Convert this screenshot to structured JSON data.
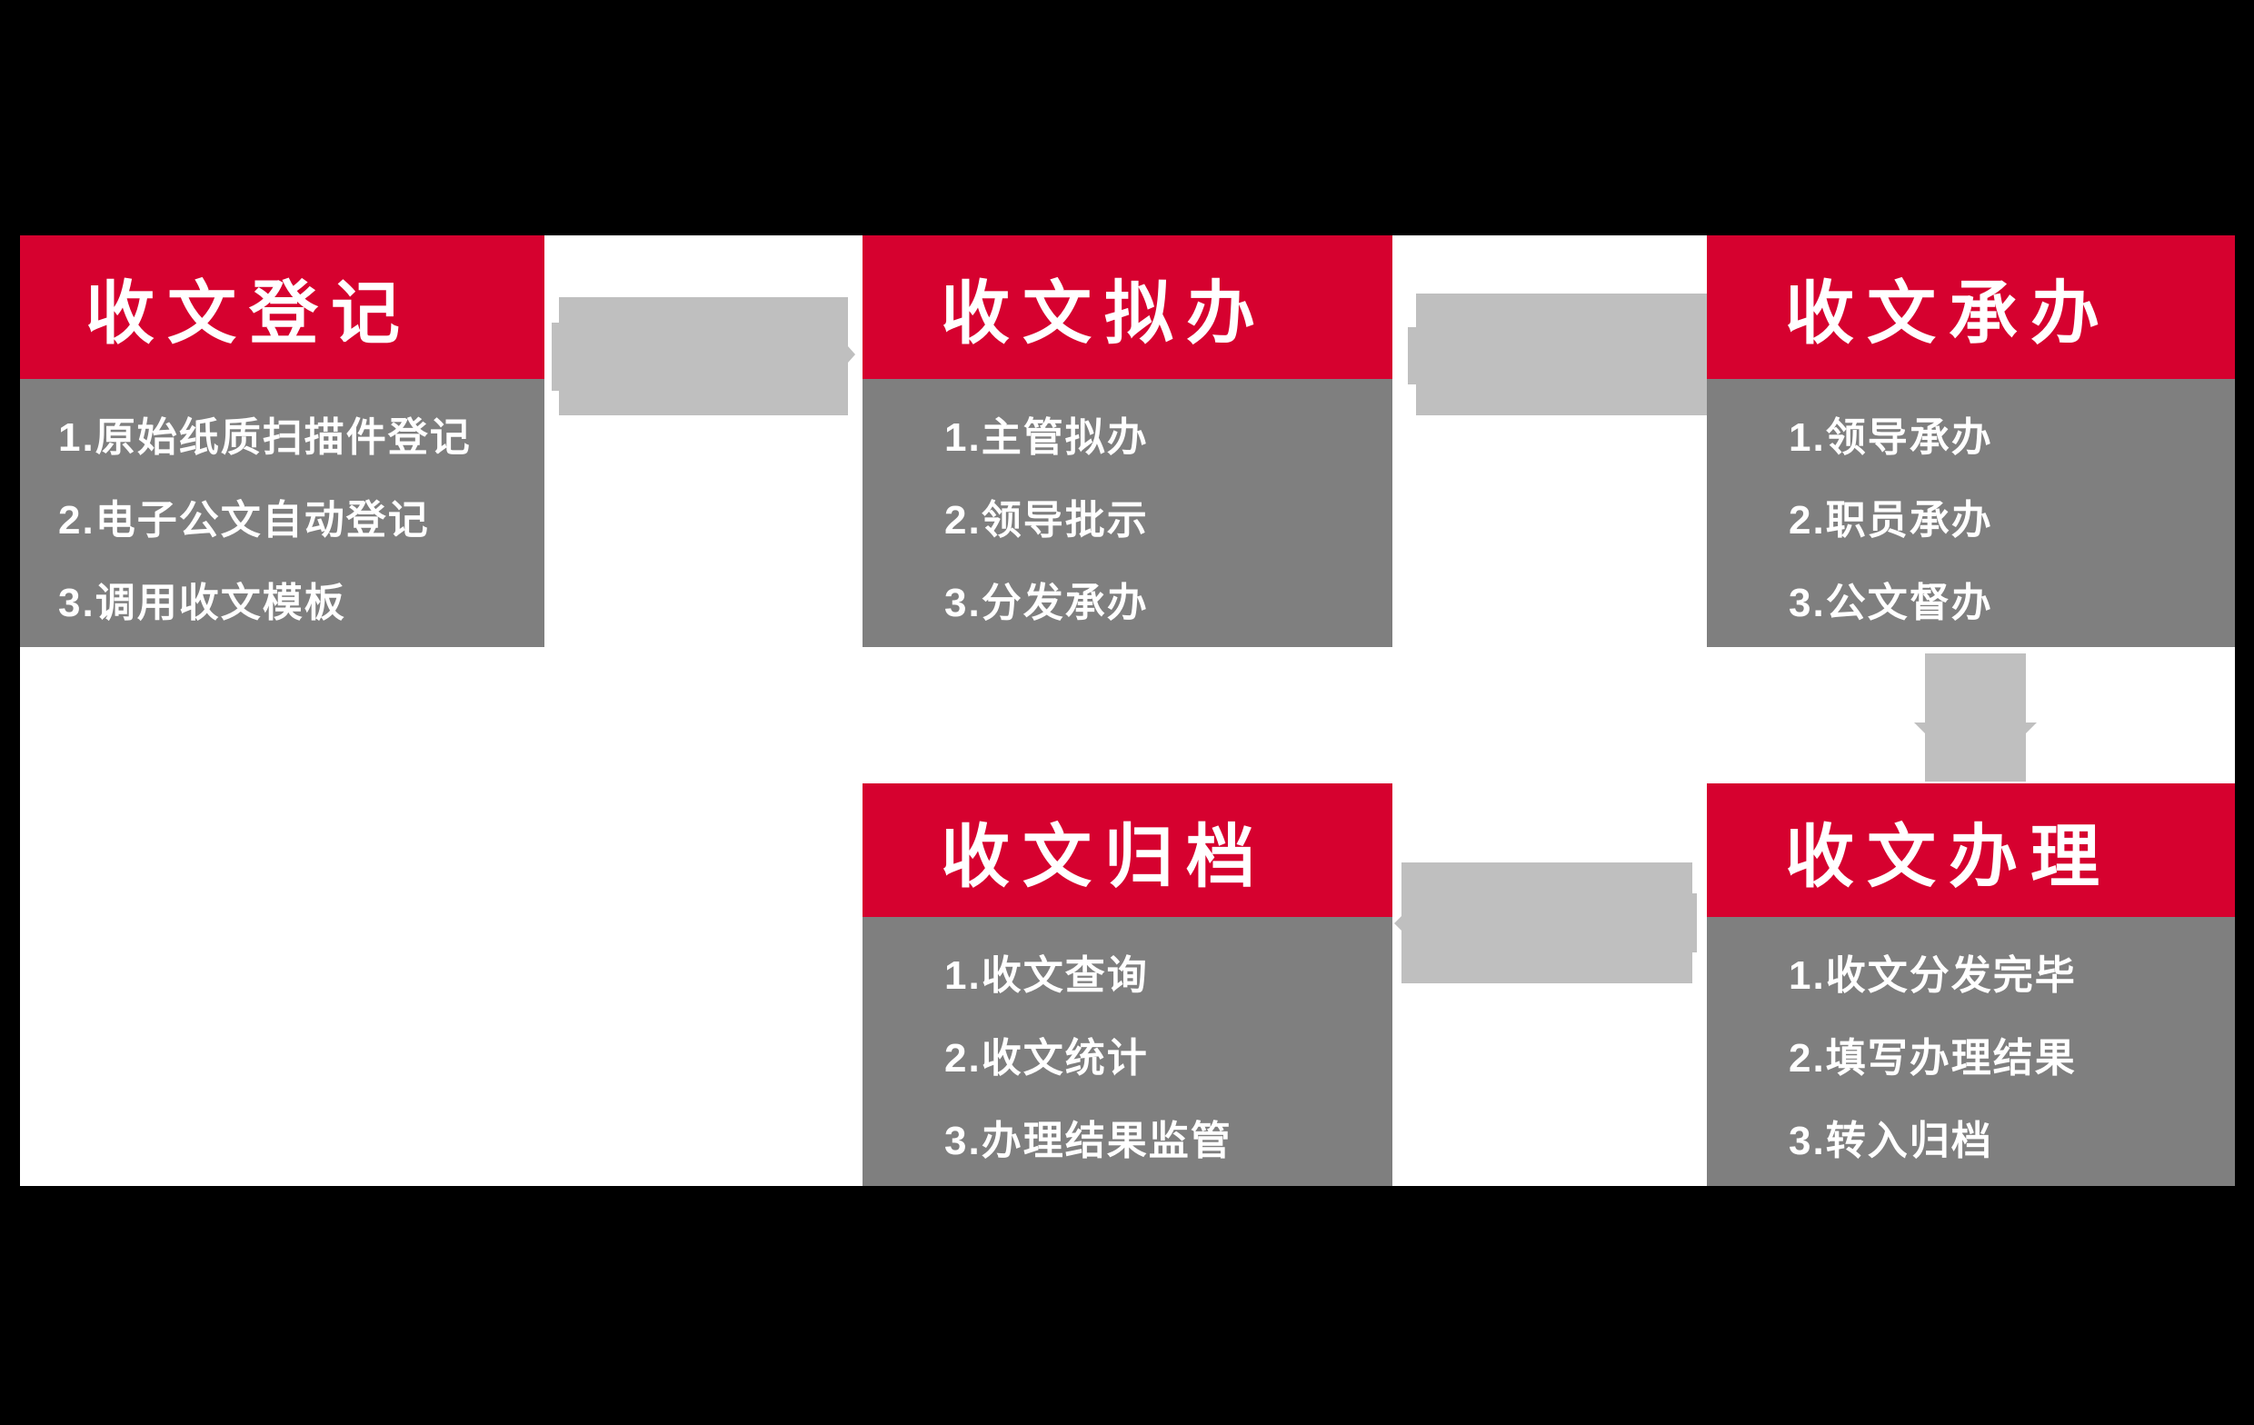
{
  "colors": {
    "header_bg": "#d6012f",
    "body_bg": "#7f7f7f",
    "arrow": "#bfbfbf",
    "panel_bg": "#ffffff",
    "text": "#ffffff",
    "frame_bg": "#000000"
  },
  "boxes": [
    {
      "title": "收文登记",
      "items": [
        "1.原始纸质扫描件登记",
        "2.电子公文自动登记",
        "3.调用收文模板"
      ]
    },
    {
      "title": "收文拟办",
      "items": [
        "1.主管拟办",
        "2.领导批示",
        "3.分发承办"
      ]
    },
    {
      "title": "收文承办",
      "items": [
        "1.领导承办",
        "2.职员承办",
        "3.公文督办"
      ]
    },
    {
      "title": "收文归档",
      "items": [
        "1.收文查询",
        "2.收文统计",
        "3.办理结果监管"
      ]
    },
    {
      "title": "收文办理",
      "items": [
        "1.收文分发完毕",
        "2.填写办理结果",
        "3.转入归档"
      ]
    }
  ],
  "arrows": [
    {
      "name": "arrow-registration-to-proposal",
      "direction": "right"
    },
    {
      "name": "arrow-proposal-to-undertaking",
      "direction": "right"
    },
    {
      "name": "arrow-undertaking-to-handling",
      "direction": "down"
    },
    {
      "name": "arrow-handling-to-archiving",
      "direction": "left"
    }
  ]
}
